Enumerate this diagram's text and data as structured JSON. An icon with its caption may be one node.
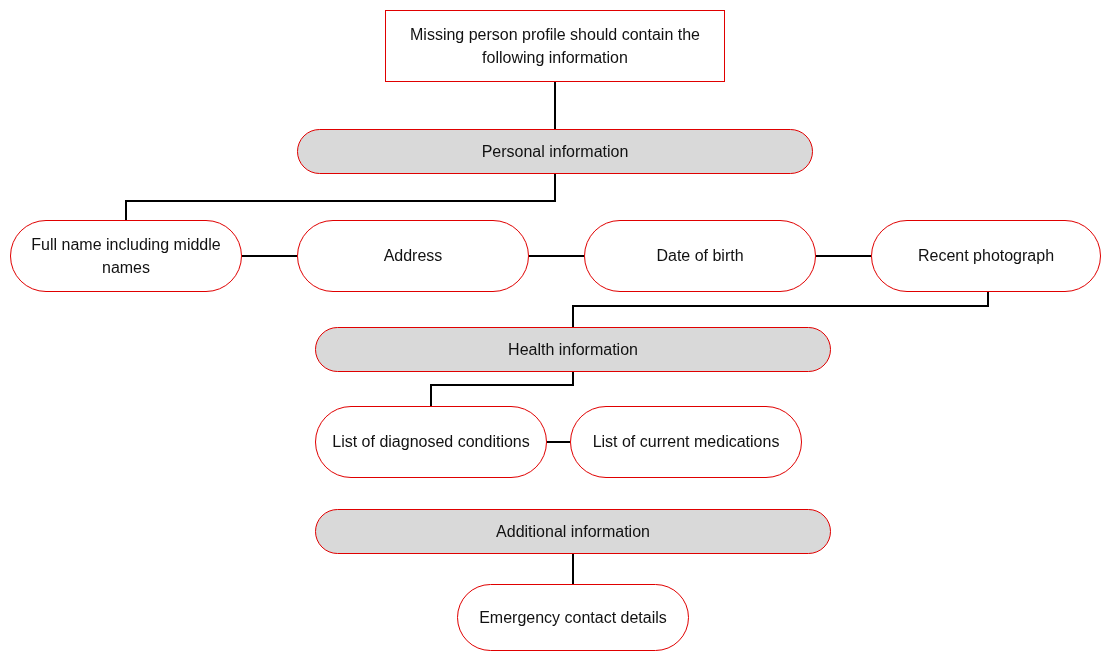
{
  "diagram": {
    "nodes": [
      {
        "text": [
          "Missing person profile should contain the following information"
        ]
      },
      {
        "text": [
          "Personal information"
        ]
      },
      {
        "text": [
          "Full name including middle names"
        ]
      },
      {
        "text": [
          "Address"
        ]
      },
      {
        "text": [
          "Date of birth"
        ]
      },
      {
        "text": [
          "Recent photograph"
        ]
      },
      {
        "text": [
          "Health information"
        ]
      },
      {
        "text": [
          "List of diagnosed conditions"
        ]
      },
      {
        "text": [
          "List of current medications"
        ]
      },
      {
        "text": [
          "Additional information"
        ]
      },
      {
        "text": [
          "Emergency contact details"
        ]
      }
    ],
    "edges": [
      {
        "from": 0,
        "to": 1,
        "arrow": "none"
      },
      {
        "from": 1,
        "to": 2,
        "arrow": "none"
      },
      {
        "from": 2,
        "to": 3,
        "arrow": "none"
      },
      {
        "from": 3,
        "to": 4,
        "arrow": "none"
      },
      {
        "from": 4,
        "to": 5,
        "arrow": "none"
      },
      {
        "from": 5,
        "to": 6,
        "arrow": "none"
      },
      {
        "from": 6,
        "to": 7,
        "arrow": "none"
      },
      {
        "from": 7,
        "to": 8,
        "arrow": "none"
      },
      {
        "from": 9,
        "to": 10,
        "arrow": "none"
      }
    ]
  }
}
